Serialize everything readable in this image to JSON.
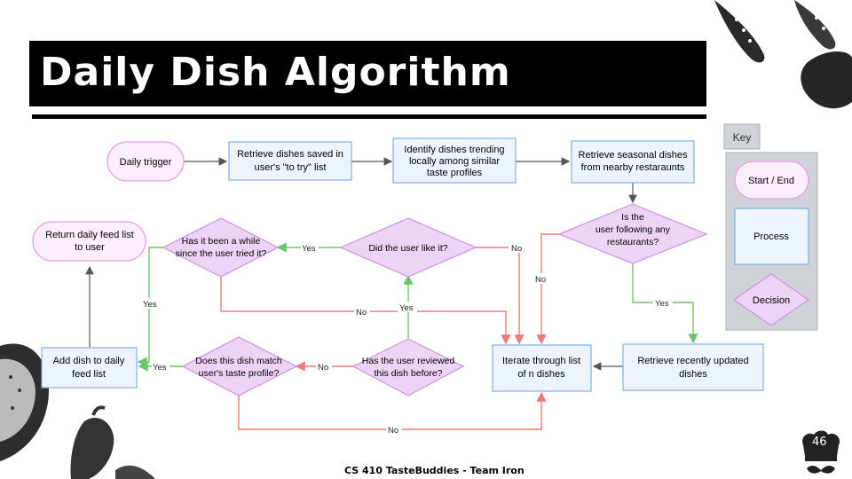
{
  "slide": {
    "title": "Daily Dish Algorithm",
    "footer": "CS 410 TasteBuddies - Team Iron",
    "page_number": "46"
  },
  "key": {
    "header": "Key",
    "start_end": "Start / End",
    "process": "Process",
    "decision": "Decision"
  },
  "flow": {
    "daily_trigger": "Daily trigger",
    "retrieve_to_try": [
      "Retrieve dishes saved in",
      "user's \"to try\" list"
    ],
    "identify_trending": [
      "Identify dishes trending",
      "locally among similar",
      "taste profiles"
    ],
    "retrieve_seasonal": [
      "Retrieve seasonal dishes",
      "from nearby restaraunts"
    ],
    "following_restaurants": [
      "Is the",
      "user following any",
      "restaurants?"
    ],
    "retrieve_updated": [
      "Retrieve recently updated",
      "dishes"
    ],
    "iterate": [
      "Iterate through list",
      "of n dishes"
    ],
    "reviewed_before": [
      "Has the user reviewed",
      "this dish before?"
    ],
    "match_taste": [
      "Does this dish match",
      "user's taste profile?"
    ],
    "add_to_feed": [
      "Add dish to daily",
      "feed list"
    ],
    "return_feed": [
      "Return daily feed list",
      "to user"
    ],
    "user_like": "Did the user like it?",
    "been_a_while": [
      "Has it been a while",
      "since the user tried it?"
    ]
  },
  "edge_labels": {
    "yes": "Yes",
    "no": "No"
  },
  "colors": {
    "start_end_fill": "#fdeefd",
    "start_end_stroke": "#e79fe6",
    "process_fill": "#eef4fd",
    "process_stroke": "#7fb1e3",
    "decision_fill": "#edd3f6",
    "decision_stroke": "#c794d8",
    "yes_line": "#6cc66c",
    "no_line": "#ef7a7a",
    "neutral_line": "#555555",
    "key_bg": "#cfd3d8"
  }
}
